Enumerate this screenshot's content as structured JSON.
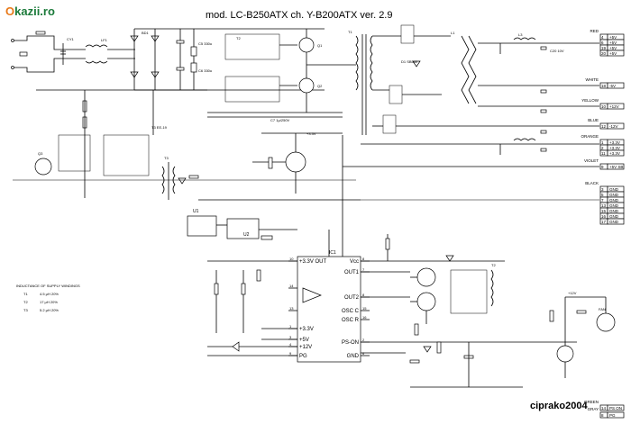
{
  "logo": {
    "text_o": "O",
    "text_rest": "kazii.ro",
    "color_o": "#e8791a",
    "color_rest": "#1b7a3a"
  },
  "title": "mod. LC-B250ATX    ch. Y-B200ATX ver. 2.9",
  "watermark": "ciprako2004",
  "ic": {
    "pins_left": [
      {
        "num": "10",
        "label": "+3.3V OUT"
      },
      {
        "num": "14",
        "label": ""
      },
      {
        "num": "13",
        "label": ""
      },
      {
        "num": "1",
        "label": "+3.3V"
      },
      {
        "num": "3",
        "label": "+5V"
      },
      {
        "num": "4",
        "label": "+12V"
      },
      {
        "num": "9",
        "label": "PG"
      }
    ],
    "pins_right": [
      {
        "num": "8",
        "label": "Vcc"
      },
      {
        "num": "7",
        "label": "OUT1"
      },
      {
        "num": "8",
        "label": "OUT2"
      },
      {
        "num": "15",
        "label": "OSC C"
      },
      {
        "num": "16",
        "label": "OSC R"
      },
      {
        "num": "2",
        "label": "PS-ON"
      },
      {
        "num": "6",
        "label": "GND"
      }
    ]
  },
  "outputs": [
    {
      "color": "RED",
      "rows": [
        "+5V",
        "+5V",
        "+5V",
        "+5V"
      ]
    },
    {
      "color": "WHITE",
      "rows": [
        "-5V"
      ]
    },
    {
      "color": "YELLOW",
      "rows": [
        "+12V"
      ]
    },
    {
      "color": "BLUE",
      "rows": [
        "-12V"
      ]
    },
    {
      "color": "ORANGE",
      "rows": [
        "+3.3V",
        "+3.3V",
        "+3.3V"
      ]
    },
    {
      "color": "VIOLET",
      "rows": [
        "+5V SB"
      ]
    },
    {
      "color": "BLACK",
      "rows": [
        "GND",
        "GND",
        "GND",
        "GND",
        "GND",
        "GND",
        "GND"
      ]
    },
    {
      "color": "GRAY",
      "rows": [
        "PG"
      ]
    },
    {
      "color": "GREEN",
      "rows": [
        "PS ON"
      ]
    }
  ],
  "output_pins": {
    "RED": [
      "4",
      "6",
      "19",
      "20"
    ],
    "WHITE": [
      "18"
    ],
    "YELLOW": [
      "10"
    ],
    "BLUE": [
      "12"
    ],
    "ORANGE": [
      "1",
      "2",
      "11"
    ],
    "VIOLET": [
      "9"
    ],
    "BLACK": [
      "3",
      "5",
      "7",
      "13",
      "15",
      "16",
      "17"
    ],
    "GRAY": [
      "8"
    ],
    "GREEN": [
      "14"
    ]
  },
  "inductance": {
    "heading": "INDUCTANCE OF SUPPLY WINDINGS",
    "rows": [
      {
        "name": "T1",
        "value": "4.5 μH 20%"
      },
      {
        "name": "T2",
        "value": "17 μH 20%"
      },
      {
        "name": "T3",
        "value": "5.2 μH 20%"
      }
    ]
  },
  "labels": {
    "t1": "T1",
    "t2": "T2",
    "t3": "T3",
    "u1": "U1",
    "u2": "U2",
    "ic1": "IC1",
    "plus33v": "+3.3V",
    "plus12v": "+12V",
    "ps_on": "PS ON",
    "pg": "PG"
  }
}
